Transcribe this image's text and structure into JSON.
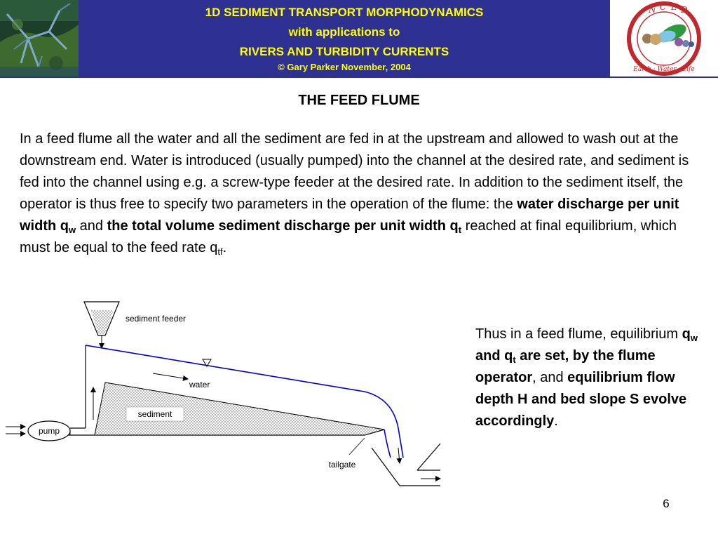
{
  "header": {
    "title_line1": "1D SEDIMENT TRANSPORT MORPHODYNAMICS",
    "title_line2": "with applications to",
    "title_line3": "RIVERS AND TURBIDITY CURRENTS",
    "copyright": "© Gary Parker November, 2004",
    "logo_letters": [
      "N",
      "C",
      "E",
      "D"
    ],
    "logo_motto": "Earth · Water · Life"
  },
  "slide": {
    "title": "THE FEED FLUME",
    "paragraph": {
      "p1": "In a feed flume all the water and all the sediment are fed in at the upstream and allowed to wash out at the downstream end.   Water is introduced (usually pumped) into the channel at the desired rate, and sediment is fed into the channel using e.g. a screw-type feeder at the desired rate.   In addition to the sediment itself, the operator is thus free to specify two parameters in the operation of the flume: the ",
      "b1": "water discharge per unit width q",
      "b1_sub": "w",
      "p2": " and ",
      "b2": "the total volume sediment discharge per unit width q",
      "b2_sub": "t",
      "p3": "  reached at final equilibrium, which must be equal to the feed rate q",
      "p3_sub": "tf",
      "p4": "."
    },
    "side": {
      "t1": "Thus in a feed flume, equilibrium ",
      "b1": "q",
      "b1_sub": "w",
      "b2": " and q",
      "b2_sub": "t",
      "b3": " are set, by the flume operator",
      "t2": ", and ",
      "b4": "equilibrium flow depth H and bed slope S evolve accordingly",
      "t3": "."
    },
    "page_number": "6"
  },
  "diagram": {
    "labels": {
      "sediment_feeder": "sediment feeder",
      "water": "water",
      "sediment": "sediment",
      "pump": "pump",
      "tailgate": "tailgate"
    }
  },
  "colors": {
    "banner_blue": "#2e3192",
    "banner_text": "#ffff00",
    "water_line": "#0000cc",
    "logo_red": "#c0282d"
  }
}
